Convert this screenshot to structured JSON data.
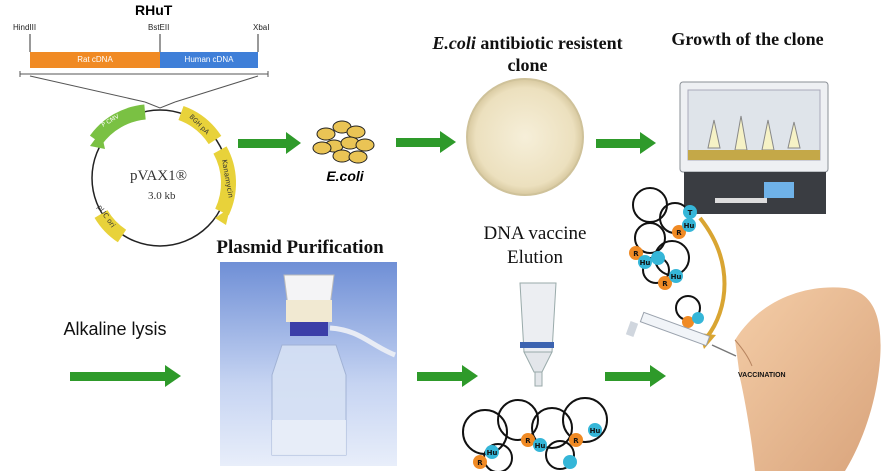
{
  "construct": {
    "title": "RHuT",
    "sites": [
      "HindIII",
      "BstEII",
      "XbaI"
    ],
    "segments": [
      "Rat cDNA",
      "Human cDNA"
    ]
  },
  "plasmid": {
    "name": "pVAX1®",
    "size": "3.0 kb",
    "features": [
      "P CMV",
      "BGH pA",
      "Kanamycin",
      "pUC ori"
    ]
  },
  "steps": {
    "ecoli": "E.coli",
    "clone_italic": "E.coli",
    "clone_rest": " antibiotic resistent clone",
    "growth": "Growth of the clone",
    "purification": "Plasmid Purification",
    "elution": "DNA vaccine Elution",
    "lysis": "Alkaline lysis",
    "vaccination": "VACCINATION"
  },
  "vaccine_labels": [
    "R",
    "Hu",
    "T"
  ],
  "colors": {
    "arrow": "#2e9a2a",
    "rat": "#f08a24",
    "human": "#3f7fd8",
    "feature": "#e8d23a",
    "promoter": "#7ac143",
    "r_node": "#f08a24",
    "hu_node": "#35b6d8"
  }
}
